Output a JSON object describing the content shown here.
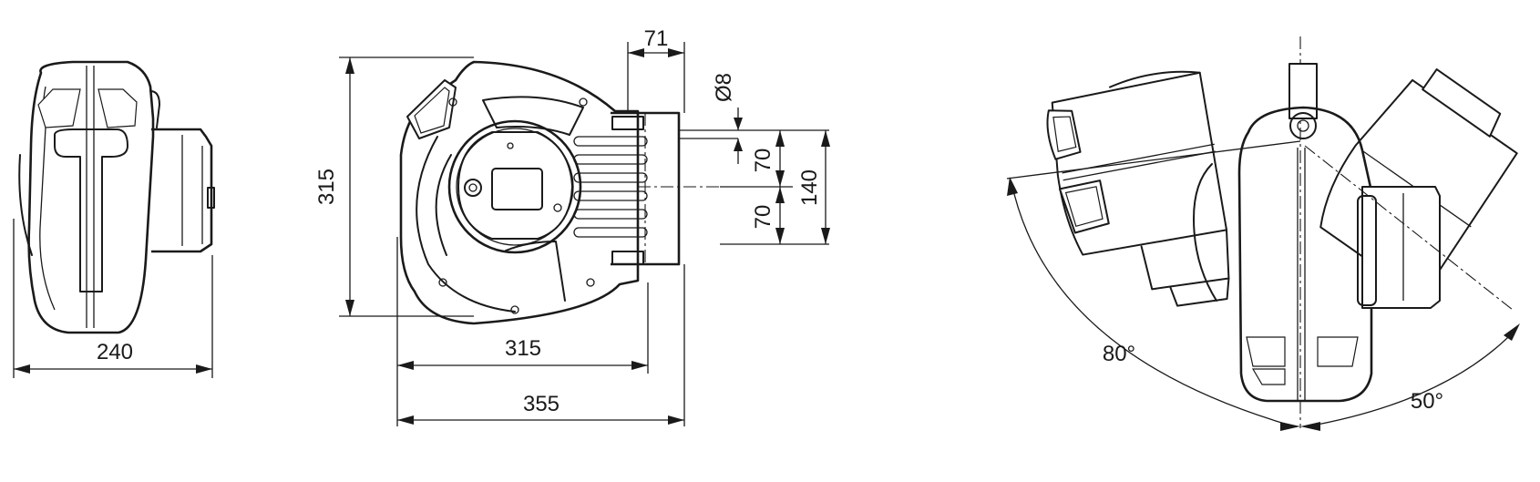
{
  "dimensions": {
    "side_width": "240",
    "height": "315",
    "body_width": "315",
    "overall_width": "355",
    "bracket_depth": "71",
    "hole_diameter": "Ø8",
    "hole_spacing_upper": "70",
    "hole_spacing_lower": "70",
    "hole_spacing_total": "140"
  },
  "angles": {
    "left_swivel": "80°",
    "right_swivel": "50°"
  }
}
